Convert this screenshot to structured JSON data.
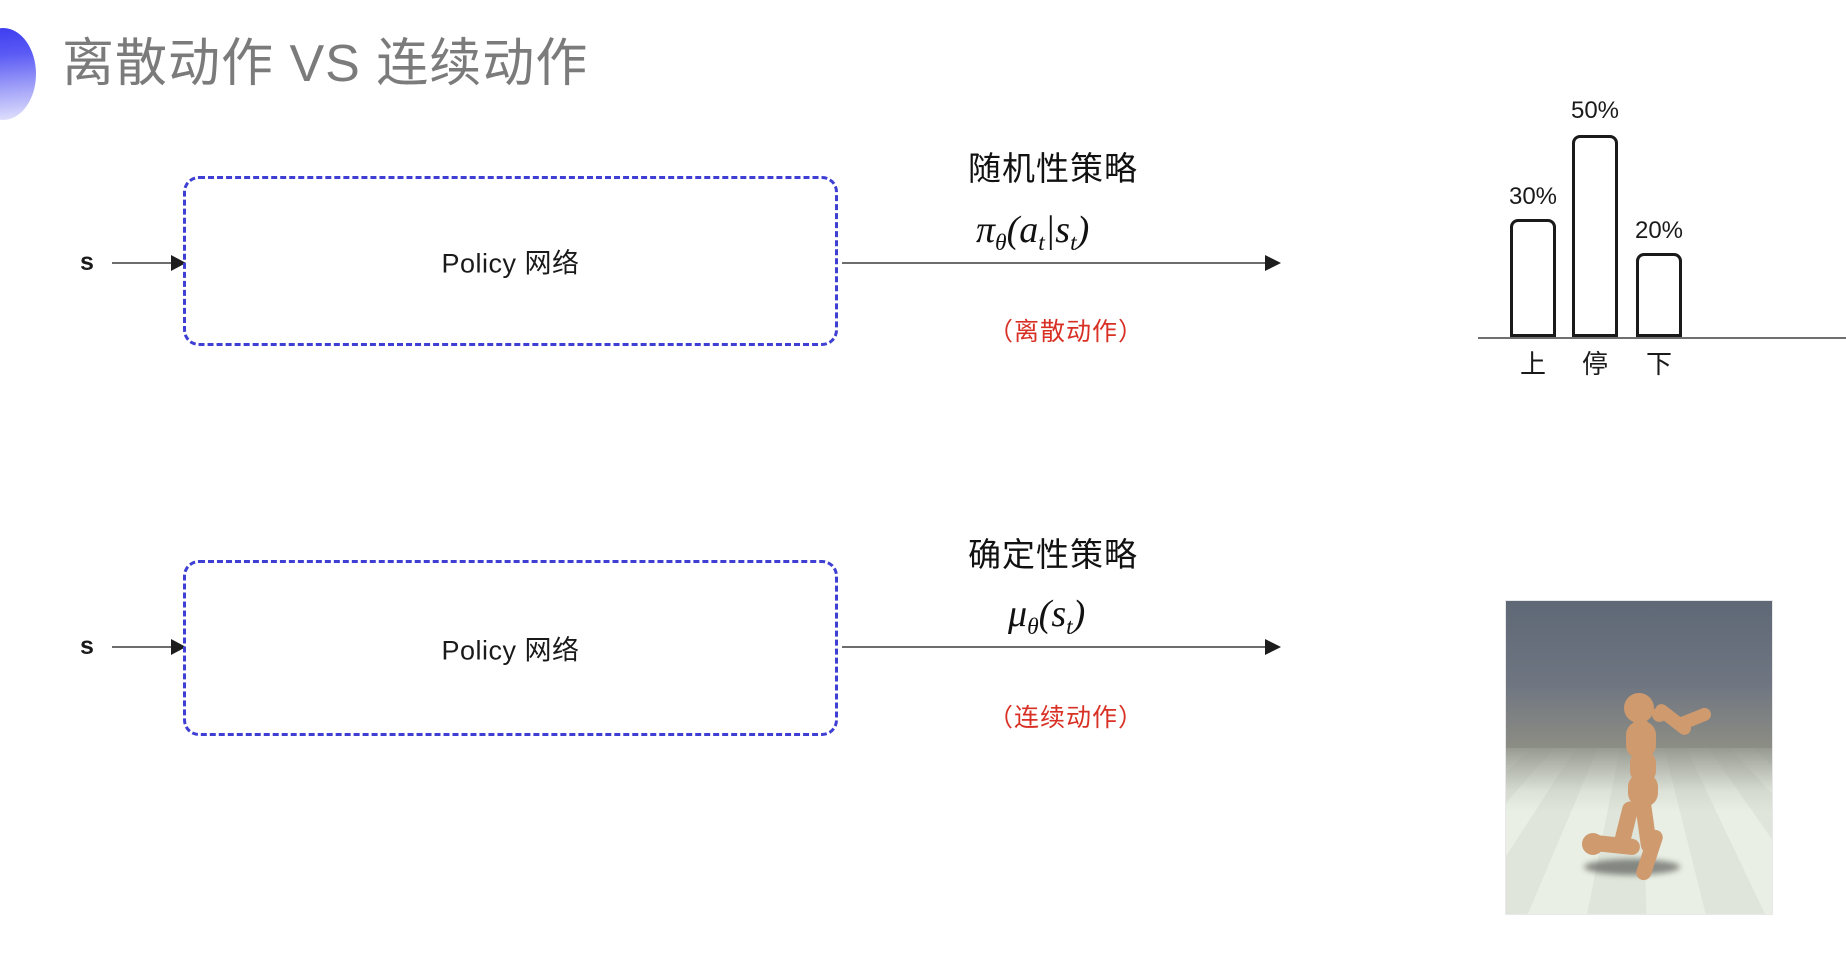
{
  "slide": {
    "title": "离散动作 VS 连续动作",
    "decor_icon": "blue-gradient-half-circle",
    "accent_color": "#3b3bf0",
    "title_color": "#7b7b7b",
    "note_color": "#d93025",
    "box_border_color": "#3f3fd4"
  },
  "rows": [
    {
      "id": "discrete",
      "input_label": "s",
      "box_label": "Policy 网络",
      "annotation_heading": "随机性策略",
      "annotation_formula": "π_θ(a_t|s_t)",
      "annotation_note": "（离散动作）",
      "formula_parts": {
        "pi": "π",
        "theta": "θ",
        "open": "(",
        "a": "a",
        "t1": "t",
        "bar": "|",
        "s": "s",
        "t2": "t",
        "close": ")"
      },
      "output_kind": "bar-chart"
    },
    {
      "id": "continuous",
      "input_label": "s",
      "box_label": "Policy 网络",
      "annotation_heading": "确定性策略",
      "annotation_formula": "μ_θ(s_t)",
      "annotation_note": "（连续动作）",
      "formula_parts": {
        "mu": "μ",
        "theta": "θ",
        "open": "(",
        "s": "s",
        "t1": "t",
        "close": ")"
      },
      "output_kind": "humanoid-render",
      "output_icon": "mujoco-humanoid-image"
    }
  ],
  "chart_data": {
    "type": "bar",
    "categories": [
      "上",
      "停",
      "下"
    ],
    "values": [
      30,
      50,
      20
    ],
    "value_labels": [
      "30%",
      "50%",
      "20%"
    ],
    "title": "",
    "xlabel": "",
    "ylabel": "",
    "ylim": [
      0,
      60
    ],
    "grid": false,
    "legend": "none",
    "bar_style": "hollow-outline-rounded-top",
    "bar_outline_color": "#1a1a1a",
    "axis_color": "#6f6f6f"
  }
}
